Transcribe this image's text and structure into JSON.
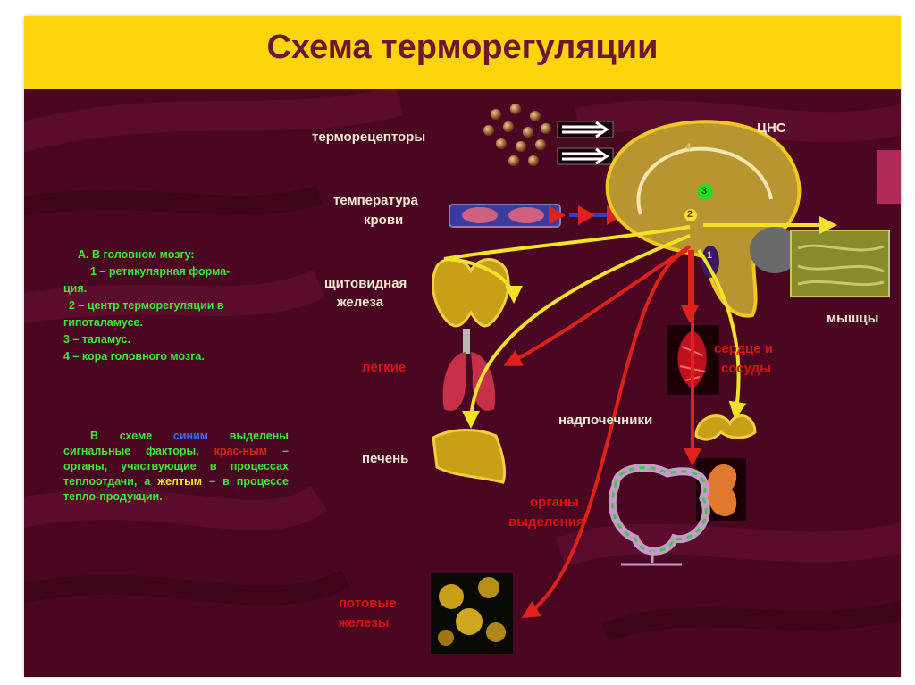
{
  "slide": {
    "title": "Схема терморегуляции"
  },
  "labels": {
    "thermoreceptors": "терморецепторы",
    "cns": "ЦНС",
    "blood_temp_1": "температура",
    "blood_temp_2": "крови",
    "thyroid_1": "щитовидная",
    "thyroid_2": "железа",
    "lungs": "лёгкие",
    "liver": "печень",
    "muscles": "мышцы",
    "heart_1": "сердце и",
    "heart_2": "сосуды",
    "adrenals": "надпочечники",
    "excretory_1": "органы",
    "excretory_2": "выделения",
    "sweat_1": "потовые",
    "sweat_2": "железы"
  },
  "brain_numbers": [
    "1",
    "2",
    "3",
    "4"
  ],
  "legend": {
    "heading": "А. В головном мозгу:",
    "item1_line1": "1 – ретикулярная форма-",
    "item1_line2": "ция.",
    "item2_line1": "2 – центр терморегуляции в",
    "item2_line2": "гипоталамусе.",
    "item3": "3 – таламус.",
    "item4": "4 – кора головного мозга."
  },
  "signal_note": {
    "p1": "В схеме",
    "blue_word": "синим",
    "p2": "выделены сигнальные факторы,",
    "red_word": "крас-ным",
    "p3": "– органы, участвующие в процессах теплоотдачи, а",
    "yellow_word": "желтым",
    "p4": "– в процессе тепло-продукции."
  },
  "colors": {
    "background": "#4a0722",
    "title_bar": "#fbd40c",
    "title_text": "#6e1533",
    "legend_text": "#3ee83a",
    "heat_loss_arrow": "#e0201a",
    "heat_production_arrow": "#f2e32a",
    "signal_arrow": "#2a3fd0"
  }
}
